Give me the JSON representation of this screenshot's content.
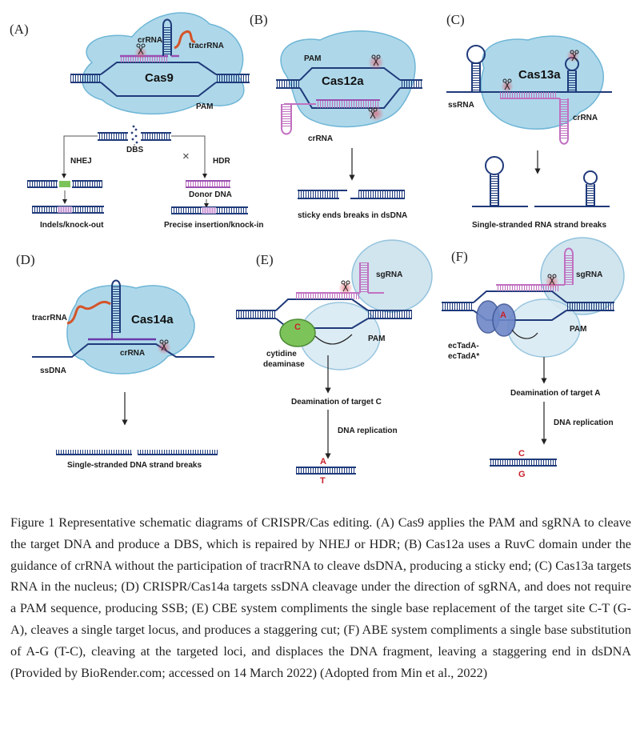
{
  "panels": {
    "A": {
      "letter": "(A)",
      "enzyme": "Cas9",
      "crrna": "crRNA",
      "tracrrna": "tracrRNA",
      "pam": "PAM",
      "dbs": "DBS",
      "nhej": "NHEJ",
      "hdr": "HDR",
      "donor": "Donor DNA",
      "indels": "Indels/knock-out",
      "precise": "Precise insertion/knock-in"
    },
    "B": {
      "letter": "(B)",
      "enzyme": "Cas12a",
      "pam": "PAM",
      "crrna": "crRNA",
      "result": "sticky ends breaks in dsDNA"
    },
    "C": {
      "letter": "(C)",
      "enzyme": "Cas13a",
      "ssrna": "ssRNA",
      "crrna": "crRNA",
      "result": "Single-stranded RNA strand breaks"
    },
    "D": {
      "letter": "(D)",
      "enzyme": "Cas14a",
      "tracrrna": "tracrRNA",
      "crrna": "crRNA",
      "ssdna": "ssDNA",
      "result": "Single-stranded DNA strand breaks"
    },
    "E": {
      "letter": "(E)",
      "sgrna": "sgRNA",
      "pam": "PAM",
      "base_in_enzyme": "C",
      "deaminase_line1": "cytidine",
      "deaminase_line2": "deaminase",
      "step1": "Deamination of target C",
      "step2": "DNA replication",
      "top_base": "A",
      "bottom_base": "T"
    },
    "F": {
      "letter": "(F)",
      "sgrna": "sgRNA",
      "pam": "PAM",
      "base_in_enzyme": "A",
      "tad_line1": "ecTadA-",
      "tad_line2": "ecTadA*",
      "step1": "Deamination of target A",
      "step2": "DNA replication",
      "top_base": "C",
      "bottom_base": "G"
    }
  },
  "caption": "Figure 1 Representative schematic diagrams of CRISPR/Cas editing. (A) Cas9 applies the PAM and sgRNA to cleave the target DNA and produce a DBS, which is repaired by NHEJ or HDR; (B) Cas12a uses a RuvC domain under the guidance of crRNA without the participation of tracrRNA to cleave dsDNA, producing a sticky end; (C) Cas13a targets RNA in the nucleus; (D) CRISPR/Cas14a targets ssDNA cleavage under the direction of sgRNA, and does not require a PAM sequence, producing SSB; (E) CBE system compliments the single base replacement of the target site C-T (G-A), cleaves a single target locus, and produces a staggering cut; (F) ABE system compliments a single base substitution of A-G (T-C), cleaving at the targeted loci, and displaces the DNA fragment, leaving a staggering end in dsDNA (Provided by BioRender.com; accessed on 14 March 2022) (Adopted from Min et al., 2022)",
  "colors": {
    "dna": "#1f3a7a",
    "protein_fill": "#aed8ea",
    "protein_stroke": "#6fb6d6",
    "crrna": "#c070c0",
    "tracrrna": "#d4552a",
    "cut_marker": "#e05a6a",
    "green": "#7cc45a",
    "red_base": "#c8202a",
    "ecTadA": "#6d87c8"
  }
}
